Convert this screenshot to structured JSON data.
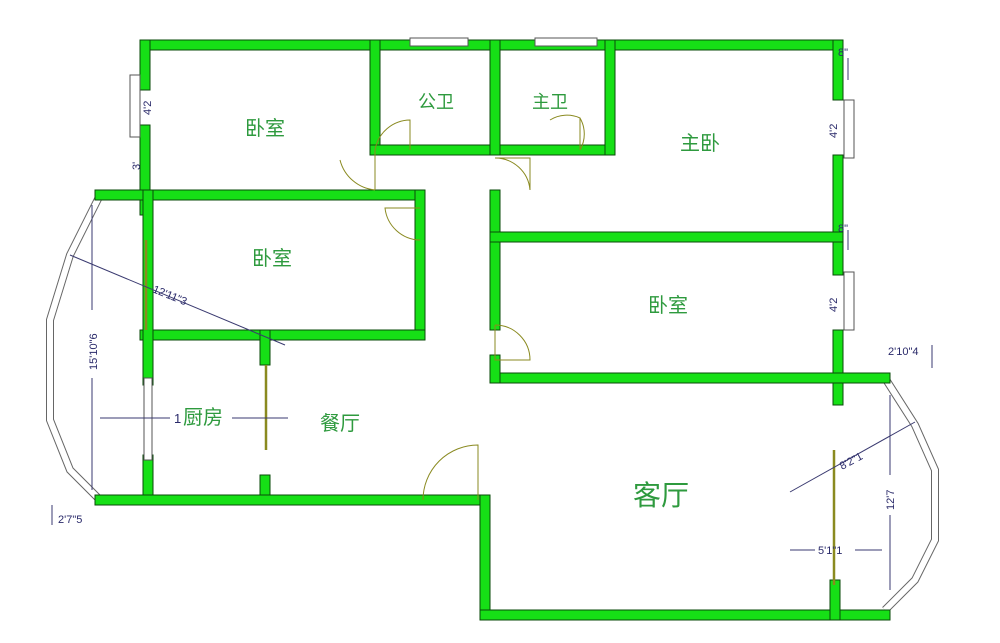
{
  "rooms": {
    "bedroom_top_left": "卧室",
    "public_bath": "公卫",
    "master_bath": "主卫",
    "master_bedroom": "主卧",
    "bedroom_middle_left": "卧室",
    "bedroom_right": "卧室",
    "kitchen": "厨房",
    "dining": "餐厅",
    "living": "客厅"
  },
  "dimensions": {
    "win_left": "4'2",
    "small_left": "3'",
    "right_top_8": "8\"",
    "win_right_1": "4'2",
    "right_mid_8": "8\"",
    "win_right_2": "4'2",
    "left_bay_height": "15'10\"6",
    "diagonal_left": "12'11\"3",
    "kitchen_prefix": "1",
    "left_bay_depth": "2'7\"5",
    "right_bay_depth": "2'10\"4",
    "diagonal_right": "8'2\"1",
    "right_bay_height": "12'7",
    "living_width": "5'1\"1"
  }
}
